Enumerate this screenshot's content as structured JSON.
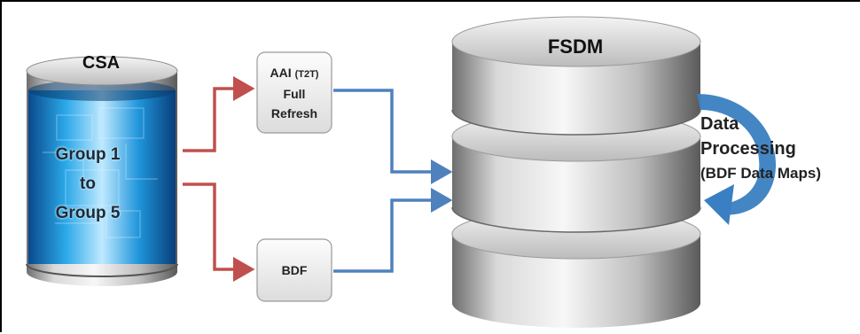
{
  "csa": {
    "title": "CSA",
    "group_line1": "Group 1",
    "group_line2": "to",
    "group_line3": "Group 5"
  },
  "aai_box": {
    "line1_prefix": "AAI",
    "line1_suffix": "(T2T)",
    "line2": "Full",
    "line3": "Refresh"
  },
  "bdf_box": {
    "label": "BDF"
  },
  "fsdm": {
    "title": "FSDM"
  },
  "processing": {
    "line1": "Data",
    "line2": "Processing",
    "line3": "(BDF Data Maps)"
  },
  "colors": {
    "red_arrow": "#c0504d",
    "blue_arrow": "#4f81bd",
    "curved_arrow": "#3a7fc1",
    "csa_glass": "#1fa0e0",
    "box_fill": "#eeeeee"
  }
}
